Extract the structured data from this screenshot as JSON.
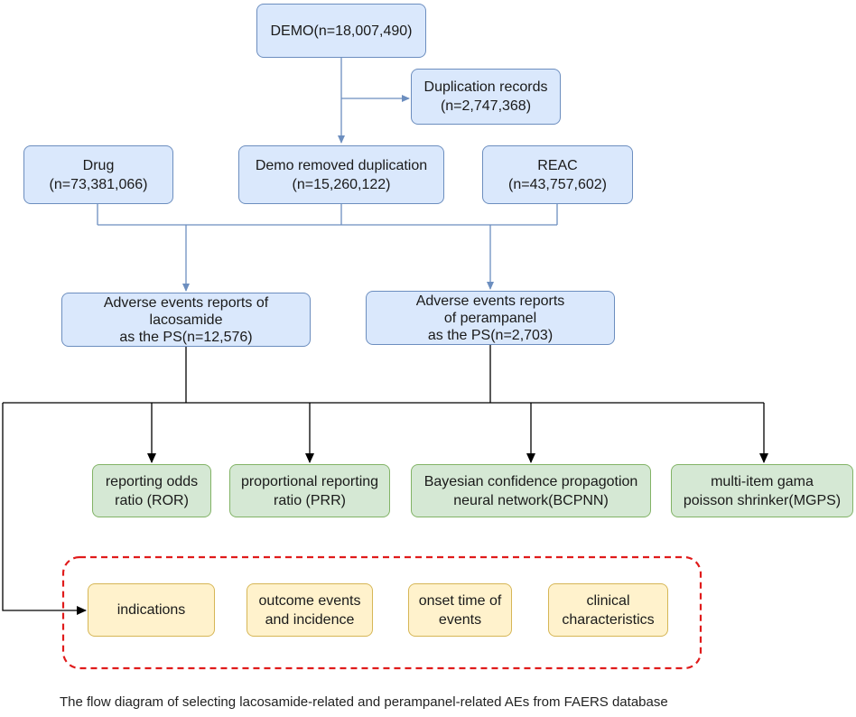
{
  "nodes": {
    "demo": {
      "lines": [
        "DEMO(n=18,007,490)"
      ]
    },
    "dup": {
      "lines": [
        "Duplication records",
        "(n=2,747,368)"
      ]
    },
    "drug": {
      "lines": [
        "Drug",
        "(n=73,381,066)"
      ]
    },
    "demo_removed": {
      "lines": [
        "Demo removed duplication",
        "(n=15,260,122)"
      ]
    },
    "reac": {
      "lines": [
        "REAC",
        "(n=43,757,602)"
      ]
    },
    "laco": {
      "lines": [
        "Adverse events reports of",
        "lacosamide",
        "as the PS(n=12,576)"
      ]
    },
    "peram": {
      "lines": [
        "Adverse events reports",
        "of perampanel",
        "as the PS(n=2,703)"
      ]
    },
    "ror": {
      "lines": [
        "reporting odds",
        "ratio (ROR)"
      ]
    },
    "prr": {
      "lines": [
        "proportional reporting",
        "ratio (PRR)"
      ]
    },
    "bcpnn": {
      "lines": [
        "Bayesian confidence propagotion",
        "neural network(BCPNN)"
      ]
    },
    "mgps": {
      "lines": [
        "multi-item gama",
        "poisson shrinker(MGPS)"
      ]
    },
    "indications": {
      "lines": [
        "indications"
      ]
    },
    "outcome": {
      "lines": [
        "outcome events",
        "and incidence"
      ]
    },
    "onset": {
      "lines": [
        "onset time of",
        "events"
      ]
    },
    "clinical": {
      "lines": [
        "clinical",
        "characteristics"
      ]
    }
  },
  "colors": {
    "blue_edge": "#6c8ebf",
    "black_edge": "#000000",
    "dashed_group": "#e01b1b"
  },
  "caption": "The flow diagram of selecting lacosamide-related and perampanel-related AEs from FAERS database"
}
